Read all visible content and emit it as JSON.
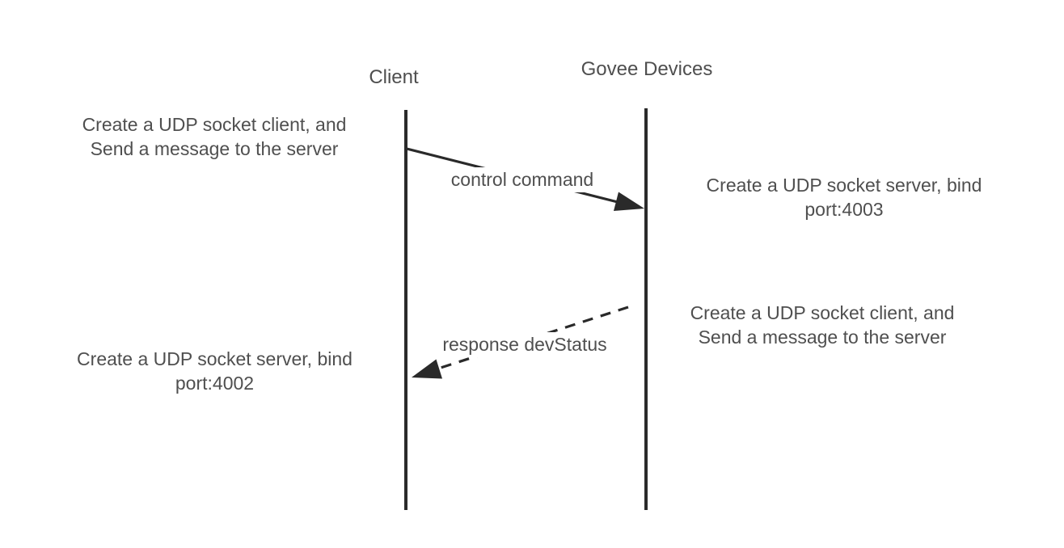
{
  "diagram": {
    "type": "sequence-diagram",
    "actors": [
      {
        "id": "client",
        "label": "Client"
      },
      {
        "id": "govee",
        "label": "Govee Devices"
      }
    ],
    "messages": [
      {
        "label": "control command",
        "from": "client",
        "to": "govee",
        "line_style": "solid"
      },
      {
        "label": "response devStatus",
        "from": "govee",
        "to": "client",
        "line_style": "dashed"
      }
    ],
    "notes": [
      {
        "side": "left",
        "lines": {
          "0": "Create a UDP socket client, and",
          "1": "Send a message to the server"
        }
      },
      {
        "side": "right",
        "lines": {
          "0": "Create a UDP socket server, bind",
          "1": "port:4003"
        }
      },
      {
        "side": "right",
        "lines": {
          "0": "Create a UDP socket client, and",
          "1": "Send a message to the server"
        }
      },
      {
        "side": "left",
        "lines": {
          "0": "Create a UDP socket server, bind",
          "1": "port:4002"
        }
      }
    ],
    "colors": {
      "line": "#2a2a2a",
      "text": "#4f4f4f",
      "background": "#ffffff"
    }
  }
}
